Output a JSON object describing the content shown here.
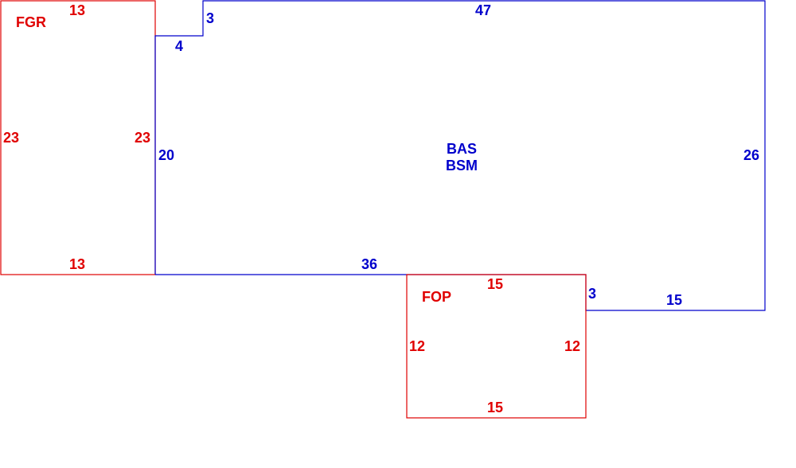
{
  "colors": {
    "garage": "#e00000",
    "main": "#0000cc",
    "porch": "#e00000",
    "background": "#ffffff"
  },
  "areas": {
    "garage": {
      "code": "FGR",
      "dims": {
        "top": "13",
        "left": "23",
        "right": "23",
        "bottom": "13"
      }
    },
    "main": {
      "codes": [
        "BAS",
        "BSM"
      ],
      "dims": {
        "notch_width": "4",
        "notch_height": "3",
        "top": "47",
        "left": "20",
        "right": "26",
        "bottom_left": "36",
        "step": "3",
        "bottom_right": "15"
      }
    },
    "porch": {
      "code": "FOP",
      "dims": {
        "top": "15",
        "left": "12",
        "right": "12",
        "bottom": "15"
      }
    }
  }
}
